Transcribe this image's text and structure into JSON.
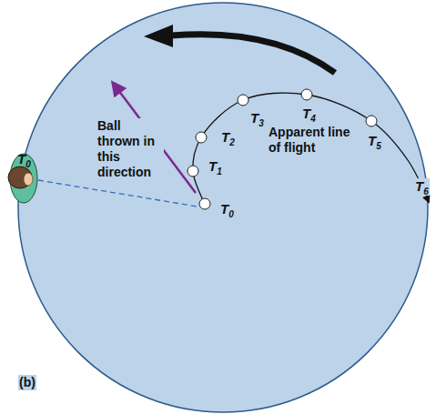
{
  "diagram": {
    "labels": [
      "T0",
      "Ball thrown in this direction",
      "T0",
      "T1",
      "T2",
      "T3",
      "T4",
      "T5",
      "T6",
      "Apparent line of flight",
      "(b)"
    ]
  }
}
